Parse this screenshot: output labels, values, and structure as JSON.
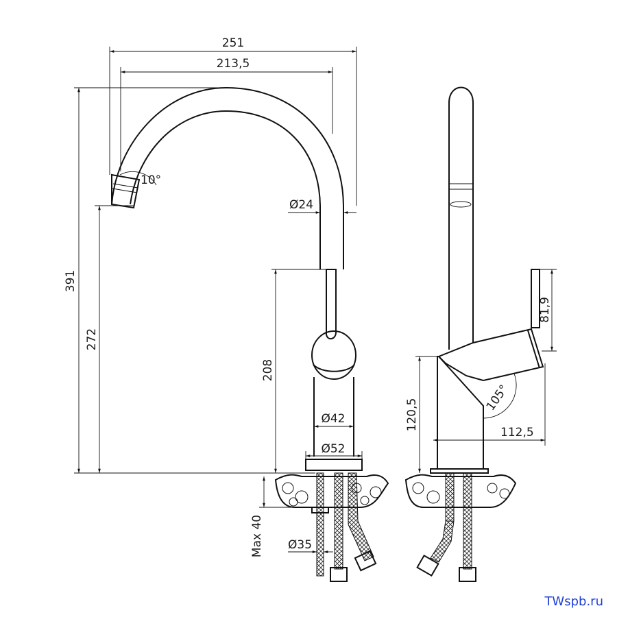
{
  "dimensions": {
    "overall_width": "251",
    "spout_reach": "213,5",
    "total_height": "391",
    "spout_height": "272",
    "body_height": "208",
    "spout_angle": "10°",
    "spout_diameter": "Ø24",
    "body_diameter": "Ø42",
    "base_diameter": "Ø52",
    "hole_diameter": "Ø35",
    "max_countertop": "Max 40",
    "side_body_height": "120,5",
    "handle_height": "81,9",
    "handle_angle": "105°",
    "side_depth": "112,5"
  },
  "watermark": "TWspb.ru"
}
